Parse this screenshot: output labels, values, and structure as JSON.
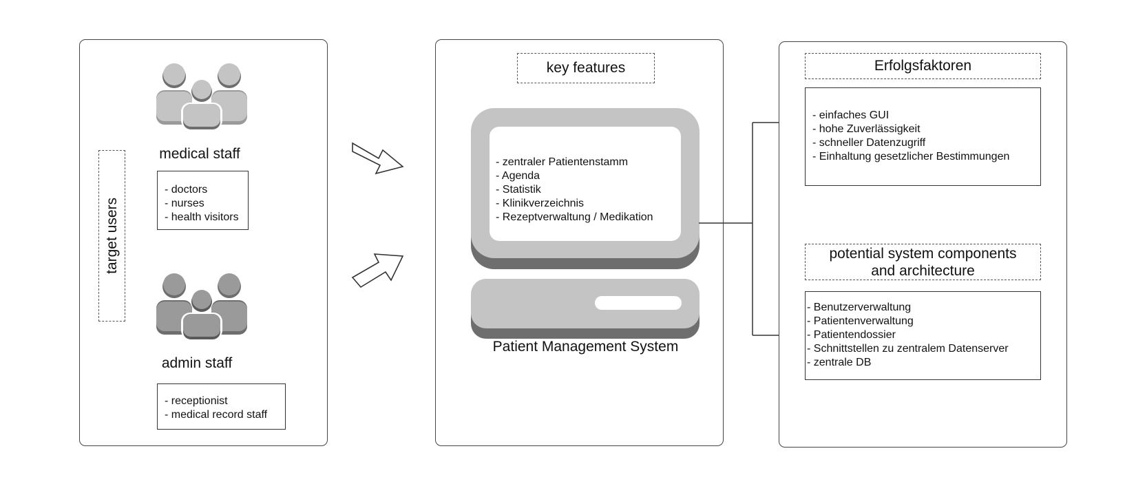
{
  "target_users": {
    "section_label": "target users",
    "medical": {
      "title": "medical staff",
      "items": [
        "- doctors",
        "- nurses",
        "- health visitors"
      ]
    },
    "admin": {
      "title": "admin staff",
      "items": [
        "- receptionist",
        "- medical record staff"
      ]
    },
    "icon": "people-group-icon"
  },
  "key_features": {
    "header": "key features",
    "items": [
      "- zentraler Patientenstamm",
      "- Agenda",
      "- Statistik",
      "- Klinikverzeichnis",
      "- Rezeptverwaltung / Medikation"
    ],
    "system_label": "Patient Management System",
    "icon": "computer-icon"
  },
  "success_factors": {
    "header": "Erfolgsfaktoren",
    "items": [
      "- einfaches GUI",
      "- hohe Zuverlässigkeit",
      "- schneller Datenzugriff",
      "- Einhaltung gesetzlicher Bestimmungen"
    ]
  },
  "components": {
    "header_line1": "potential system components",
    "header_line2": "and architecture",
    "items": [
      "- Benutzerverwaltung",
      "- Patientenverwaltung",
      "- Patientendossier",
      "- Schnittstellen zu zentralem Datenserver",
      "- zentrale DB"
    ]
  },
  "colors": {
    "panel_border": "#444444",
    "icon_light": "#c4c4c4",
    "icon_mid": "#9a9a9a",
    "icon_dark": "#6e6e6e"
  }
}
